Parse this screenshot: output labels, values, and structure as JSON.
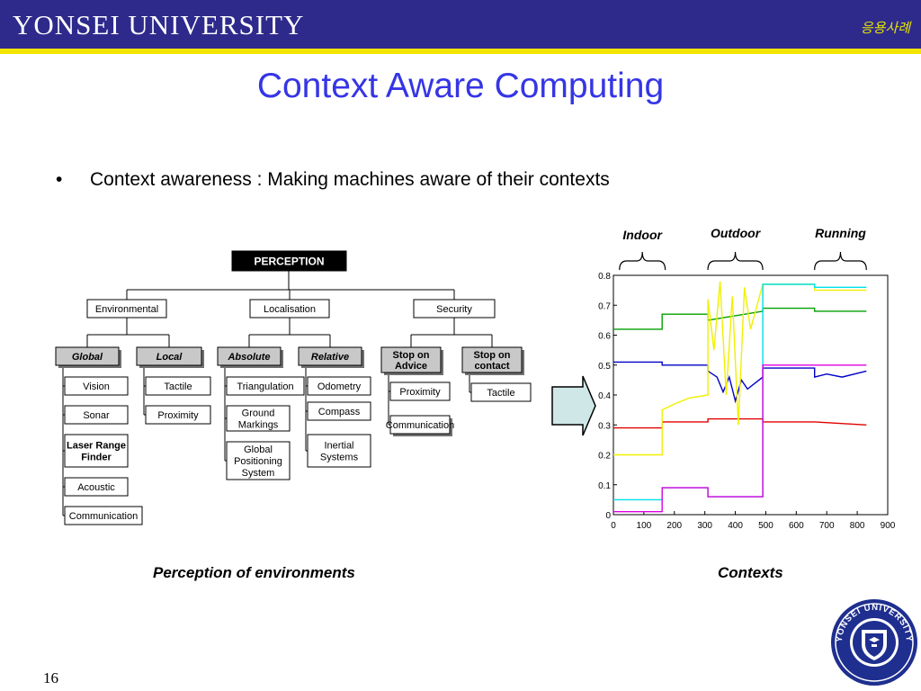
{
  "header": {
    "university": "YONSEI UNIVERSITY",
    "section_tag": "응용사례"
  },
  "slide": {
    "title": "Context Aware Computing",
    "bullet_marker": "•",
    "bullet_text": "Context awareness : Making machines aware of their contexts",
    "page_number": "16"
  },
  "perception_diagram": {
    "root": "PERCEPTION",
    "categories": [
      {
        "label": "Environmental",
        "subgroups": [
          {
            "label": "Global",
            "items": [
              "Vision",
              "Sonar",
              "Laser Range Finder",
              "Acoustic",
              "Communication"
            ]
          },
          {
            "label": "Local",
            "items": [
              "Tactile",
              "Proximity"
            ]
          }
        ]
      },
      {
        "label": "Localisation",
        "subgroups": [
          {
            "label": "Absolute",
            "items": [
              "Triangulation",
              "Ground Markings",
              "Global Positioning System"
            ]
          },
          {
            "label": "Relative",
            "items": [
              "Odometry",
              "Compass",
              "Inertial Systems"
            ]
          }
        ]
      },
      {
        "label": "Security",
        "subgroups": [
          {
            "label": "Stop on Advice",
            "items": [
              "Proximity",
              "Communication"
            ]
          },
          {
            "label": "Stop on contact",
            "items": [
              "Tactile"
            ]
          }
        ]
      }
    ],
    "caption": "Perception of environments"
  },
  "contexts_chart": {
    "caption": "Contexts",
    "brace_labels": [
      "Indoor",
      "Outdoor",
      "Running"
    ],
    "colors": {
      "red": "#e00000",
      "green": "#00a000",
      "blue": "#0000c8",
      "yellow": "#f0f000",
      "cyan": "#00e0e8",
      "magenta": "#e000e0"
    }
  },
  "chart_data": {
    "type": "line",
    "title": "",
    "xlabel": "",
    "ylabel": "",
    "xlim": [
      0,
      900
    ],
    "ylim": [
      0,
      0.8
    ],
    "x_ticks": [
      0,
      100,
      200,
      300,
      400,
      500,
      600,
      700,
      800,
      900
    ],
    "y_ticks": [
      0,
      0.1,
      0.2,
      0.3,
      0.4,
      0.5,
      0.6,
      0.7,
      0.8
    ],
    "x_tick_labels": [
      "0",
      "100",
      "200",
      "300",
      "400",
      "500",
      "600",
      "700",
      "800",
      "900"
    ],
    "y_tick_labels": [
      "0",
      "0.1",
      "0.2",
      "0.3",
      "0.4",
      "0.5",
      "0.6",
      "0.7",
      "0.8"
    ],
    "grid": false,
    "series": [
      {
        "color": "#00a000",
        "x": [
          0,
          160,
          160,
          310,
          310,
          490,
          490,
          660,
          660,
          830
        ],
        "y": [
          0.62,
          0.62,
          0.67,
          0.67,
          0.65,
          0.68,
          0.69,
          0.69,
          0.68,
          0.68
        ]
      },
      {
        "color": "#0000c8",
        "x": [
          0,
          160,
          160,
          310,
          310,
          340,
          360,
          380,
          400,
          420,
          440,
          490,
          490,
          660,
          660,
          700,
          750,
          830
        ],
        "y": [
          0.51,
          0.51,
          0.5,
          0.5,
          0.48,
          0.46,
          0.41,
          0.46,
          0.38,
          0.45,
          0.42,
          0.46,
          0.49,
          0.49,
          0.46,
          0.47,
          0.46,
          0.48
        ]
      },
      {
        "color": "#e00000",
        "x": [
          0,
          160,
          160,
          310,
          310,
          490,
          490,
          660,
          660,
          830
        ],
        "y": [
          0.29,
          0.29,
          0.31,
          0.31,
          0.32,
          0.32,
          0.31,
          0.31,
          0.31,
          0.3
        ]
      },
      {
        "color": "#f0f000",
        "x": [
          0,
          160,
          160,
          200,
          250,
          310,
          310,
          330,
          350,
          370,
          390,
          410,
          430,
          450,
          490,
          490,
          660,
          660,
          830
        ],
        "y": [
          0.2,
          0.2,
          0.35,
          0.37,
          0.39,
          0.4,
          0.72,
          0.55,
          0.78,
          0.4,
          0.73,
          0.3,
          0.76,
          0.62,
          0.77,
          0.77,
          0.77,
          0.75,
          0.75
        ]
      },
      {
        "color": "#00e0e8",
        "x": [
          0,
          160,
          160,
          310,
          310,
          490,
          490,
          660,
          660,
          830
        ],
        "y": [
          0.05,
          0.05,
          0.09,
          0.09,
          0.06,
          0.06,
          0.77,
          0.77,
          0.76,
          0.76
        ]
      },
      {
        "color": "#e000e0",
        "x": [
          0,
          160,
          160,
          310,
          310,
          490,
          490,
          660,
          660,
          830
        ],
        "y": [
          0.01,
          0.01,
          0.09,
          0.09,
          0.06,
          0.06,
          0.5,
          0.5,
          0.5,
          0.5
        ]
      }
    ]
  }
}
